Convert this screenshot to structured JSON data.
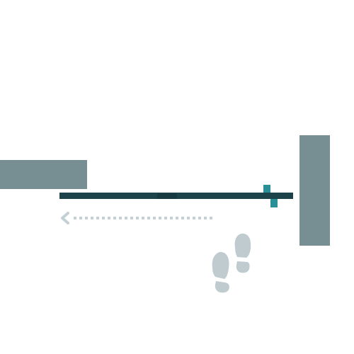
{
  "diagram": {
    "colors": {
      "background": "#ffffff",
      "wall": "#778e92",
      "bar": "#1b4349",
      "bar_joint": "#163a3f",
      "accent": "#2a9098",
      "arrow": "#c5d0d4",
      "footprint": "#c0cbd0"
    },
    "elements": [
      {
        "kind": "wall",
        "name": "left-wall"
      },
      {
        "kind": "wall",
        "name": "right-wall"
      },
      {
        "kind": "bar",
        "name": "sliding-bar"
      },
      {
        "kind": "accent",
        "name": "bar-marker"
      },
      {
        "kind": "arrow",
        "name": "slide-direction-arrow",
        "direction": "left"
      },
      {
        "kind": "icon",
        "name": "footprints-icon"
      }
    ]
  }
}
